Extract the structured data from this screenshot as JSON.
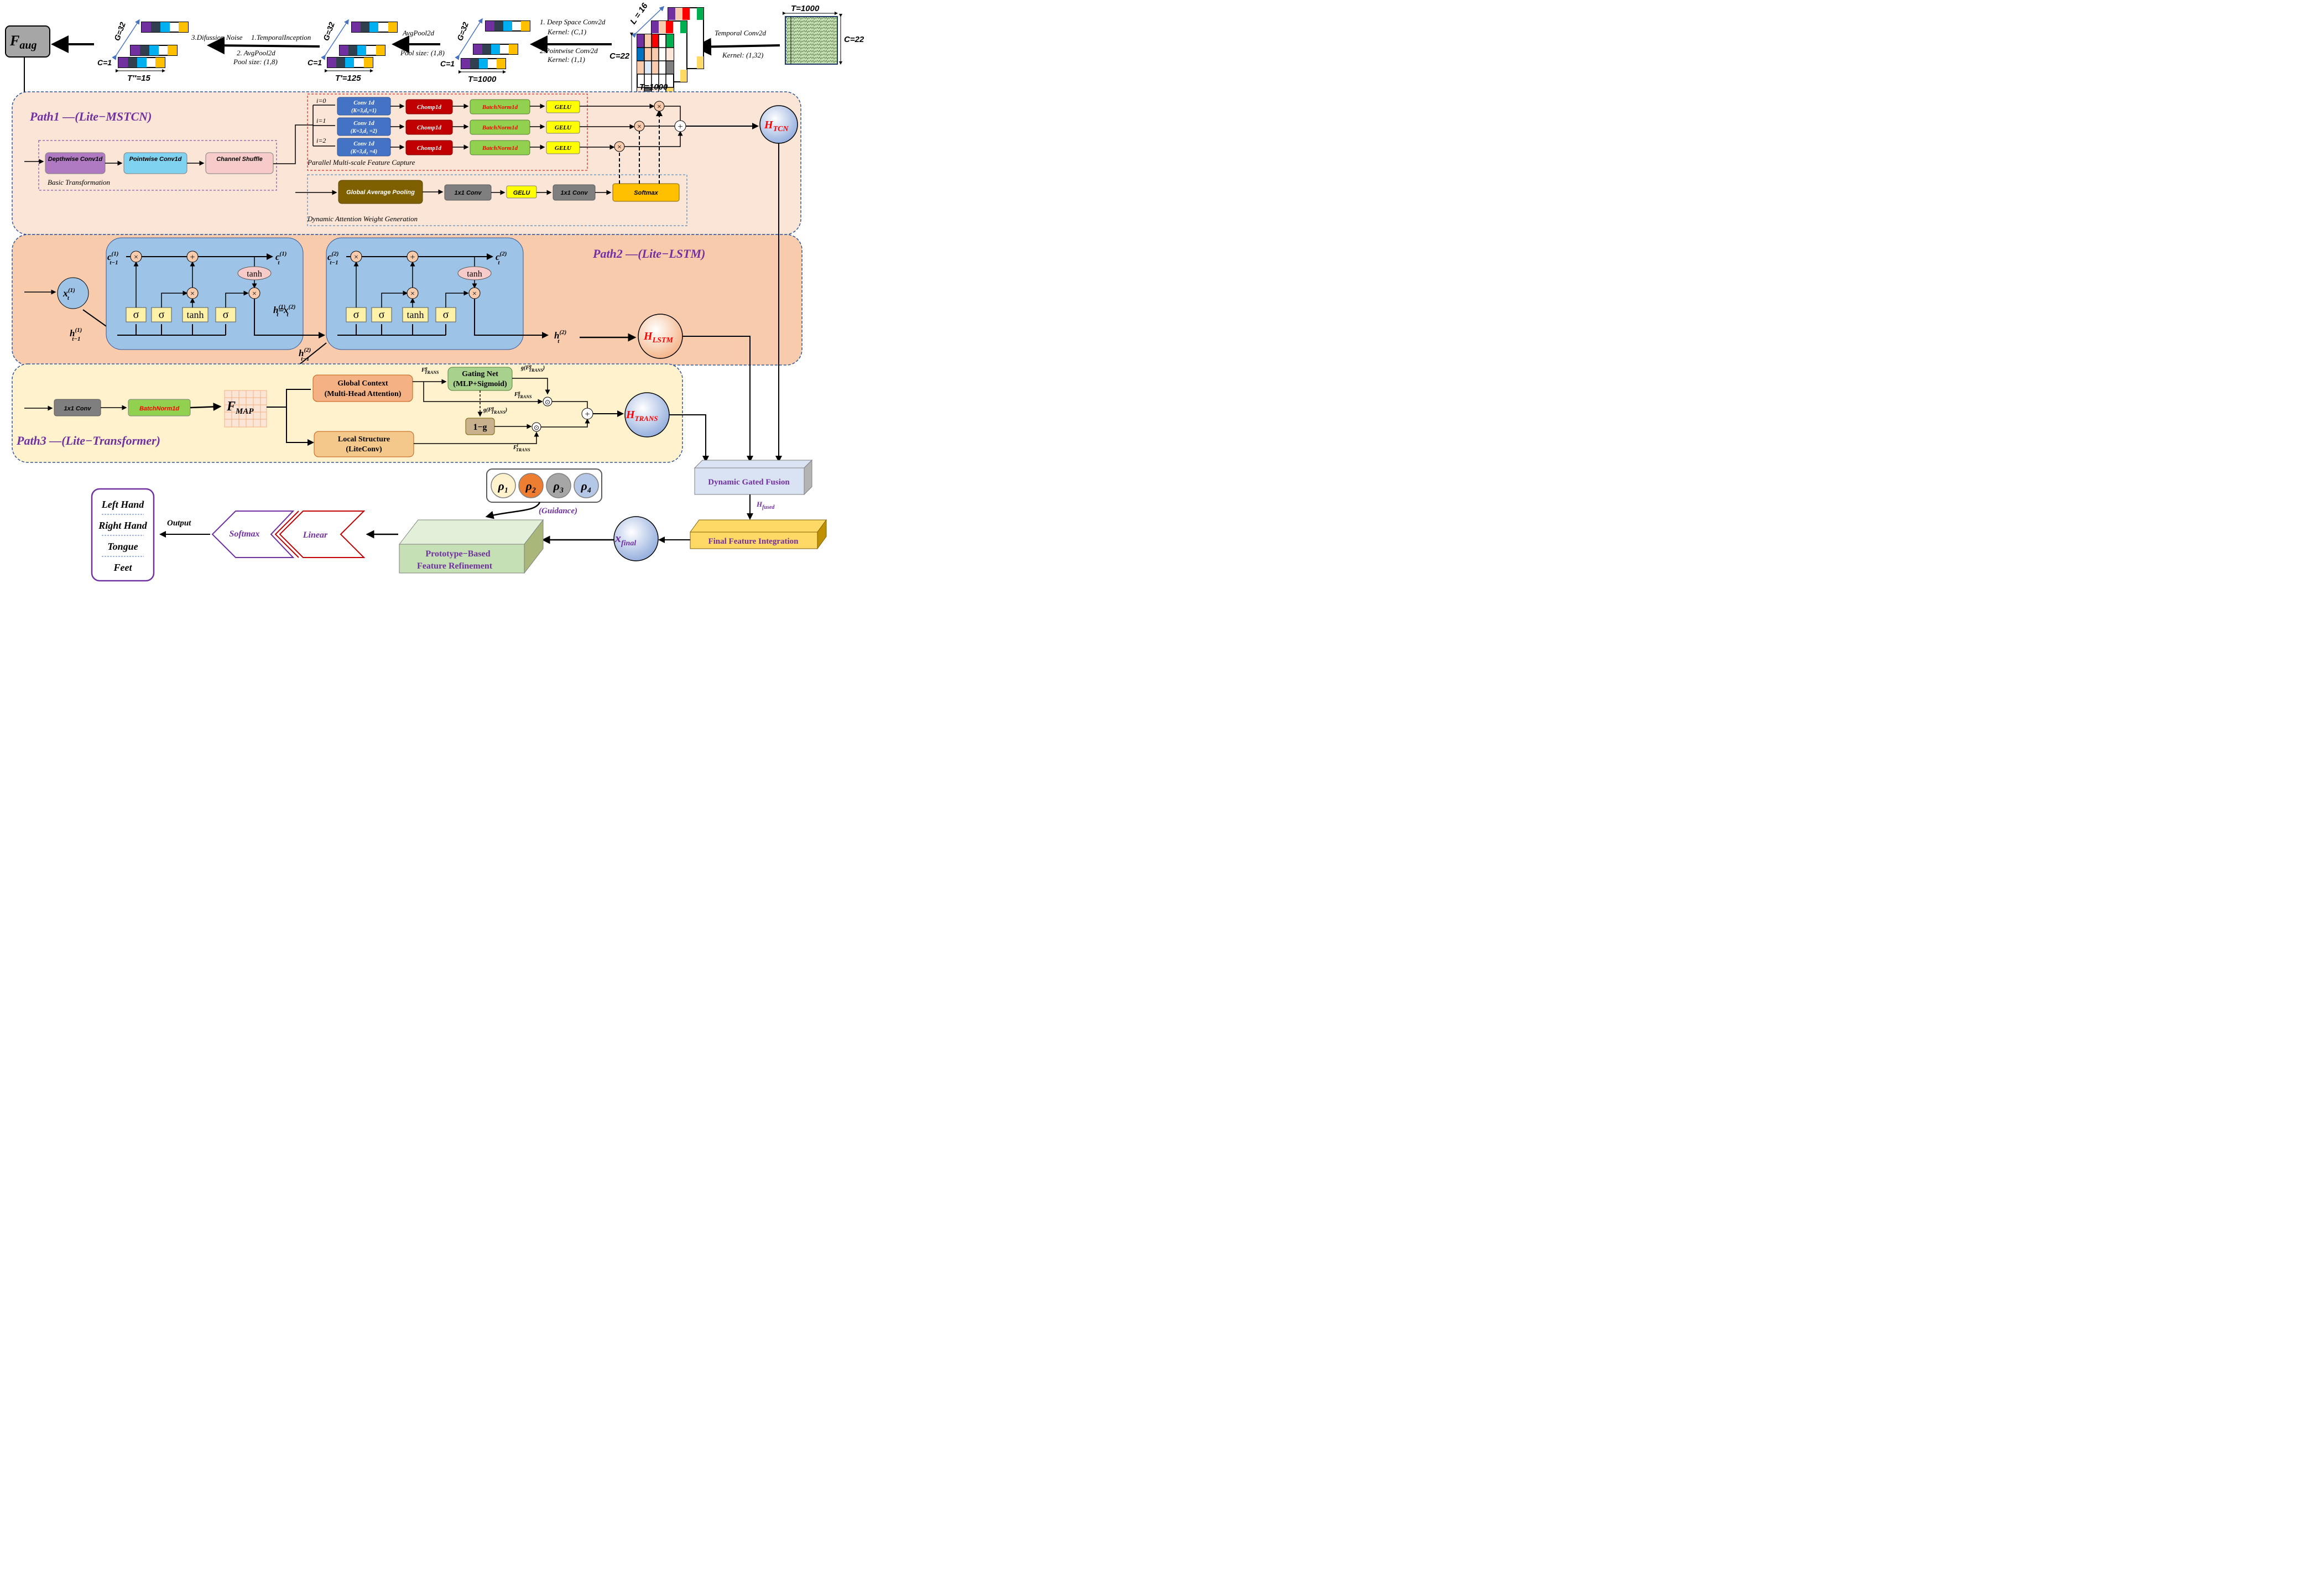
{
  "preprocessing": {
    "f_aug": "F",
    "f_aug_sub": "aug",
    "input": {
      "t_label": "T=1000",
      "c_label": "C=22"
    },
    "temporal_conv": {
      "title": "Temporal Conv2d",
      "kernel": "Kernel: (1,32)"
    },
    "stack1": {
      "l_label": "L = 16",
      "c_label": "C=22",
      "t_label": "T=1000"
    },
    "step2": {
      "line1": "1. Deep Space Conv2d",
      "line2": "Kernel: (C,1)",
      "line3": "2.Pointwise Conv2d",
      "line4": "Kernel: (1,1)"
    },
    "stack2": {
      "g_label": "G=32",
      "c_label": "C=1",
      "t_label": "T=1000"
    },
    "step3": {
      "line1": "AvgPool2d",
      "line2": "Pool size: (1,8)"
    },
    "stack3": {
      "g_label": "G=32",
      "c_label": "C=1",
      "t_label": "T′=125"
    },
    "step4": {
      "line1": "3.Difussion Noise",
      "line2": "1.TemporalInception",
      "line3": "2. AvgPool2d",
      "line4": "Pool size: (1,8)"
    },
    "stack4": {
      "g_label": "G=32",
      "c_label": "C=1",
      "t_label": "T″=15"
    },
    "ellipsis": "..."
  },
  "path1": {
    "title": "Path1 —(Lite−MSTCN)",
    "basic": {
      "label": "Basic Transformation",
      "blocks": [
        "Depthwise Conv1d",
        "Pointwise Conv1d",
        "Channel Shuffle"
      ]
    },
    "parallel": {
      "label": "Parallel Multi-scale Feature Capture",
      "rows": [
        {
          "i": "i=0",
          "conv": "Conv 1d",
          "params": "(K=3,d₀=1)"
        },
        {
          "i": "i=1",
          "conv": "Conv 1d",
          "params": "(K=3,d₁ =2)"
        },
        {
          "i": "i=2",
          "conv": "Conv 1d",
          "params": "(K=3,d₂ =4)"
        }
      ],
      "chomp": "Chomp1d",
      "bn": "BatchNorm1d",
      "gelu": "GELU"
    },
    "attention": {
      "label": "Dynamic Attention Weight Generation",
      "gap": "Global Average Pooling",
      "conv1": "1x1 Conv",
      "gelu": "GELU",
      "conv2": "1x1 Conv",
      "softmax": "Softmax"
    },
    "output": {
      "h": "H",
      "sub": "TCN"
    },
    "ops": {
      "mul": "×",
      "add": "+"
    }
  },
  "path2": {
    "title": "Path2 —(Lite−LSTM)",
    "x_in": {
      "x": "x",
      "sup": "(1)",
      "sub": "t"
    },
    "cell1": {
      "c_prev": "c",
      "c_prev_sup": "(1)",
      "c_prev_sub": "t−1",
      "c_out": "c",
      "c_out_sup": "(1)",
      "c_out_sub": "t",
      "h_prev": "h",
      "h_prev_sup": "(1)",
      "h_prev_sub": "t−1"
    },
    "mid_label": "h_t^(1)=x_t^(2)",
    "cell2": {
      "c_prev": "c",
      "c_prev_sup": "(2)",
      "c_prev_sub": "t−1",
      "c_out": "c",
      "c_out_sup": "(2)",
      "c_out_sub": "t",
      "h_prev": "h",
      "h_prev_sup": "(2)",
      "h_prev_sub": "t−1"
    },
    "h_out": {
      "h": "h",
      "sup": "(2)",
      "sub": "t"
    },
    "gates": [
      "σ",
      "σ",
      "tanh",
      "σ"
    ],
    "tanh": "tanh",
    "output": {
      "h": "H",
      "sub": "LSTM"
    }
  },
  "path3": {
    "title": "Path3 —(Lite−Transformer)",
    "conv": "1x1 Conv",
    "bn": "BatchNorm1d",
    "fmap": {
      "f": "F",
      "sub": "MAP"
    },
    "global": {
      "line1": "Global Context",
      "line2": "(Multi-Head Attention)"
    },
    "local": {
      "line1": "Local Structure",
      "line2": "(LiteConv)"
    },
    "gating": {
      "line1": "Gating Net",
      "line2": "(MLP+Sigmoid)"
    },
    "one_minus_g": "1−g",
    "labels": {
      "fg_in": "F^g_TRANS",
      "g_out": "g(F^g_TRANS)",
      "fg_mid": "F^g_TRANS",
      "g_down": "g(F^g_TRANS)",
      "fl": "F^l_TRANS"
    },
    "ops": {
      "dot": "⊙",
      "add": "+"
    },
    "output": {
      "h": "H",
      "sub": "TRANS"
    }
  },
  "fusion": {
    "dgf": "Dynamic Gated Fusion",
    "h_fused": "H_fused",
    "ffi": "Final Feature Integration",
    "x_final": {
      "x": "x",
      "sub": "final"
    },
    "prototypes": [
      {
        "label": "ρ₁",
        "color": "#fff2cc"
      },
      {
        "label": "ρ₂",
        "color": "#ed7d31"
      },
      {
        "label": "ρ₃",
        "color": "#a6a6a6"
      },
      {
        "label": "ρ₄",
        "color": "#b4c7e7"
      }
    ],
    "guidance": "(Guidance)",
    "pbfr": {
      "line1": "Prototype−Based",
      "line2": "Feature Refinement"
    },
    "linear": "Linear",
    "softmax": "Softmax",
    "output_label": "Output",
    "classes": [
      "Left Hand",
      "Right Hand",
      "Tongue",
      "Feet"
    ]
  },
  "colors": {
    "path1_bg": "#fbe5d6",
    "path2_bg": "#f8cbad",
    "path3_bg": "#fff2cc",
    "lstm_cell": "#9dc3e6",
    "purple_text": "#7030a0",
    "red_text": "#ff0000"
  }
}
